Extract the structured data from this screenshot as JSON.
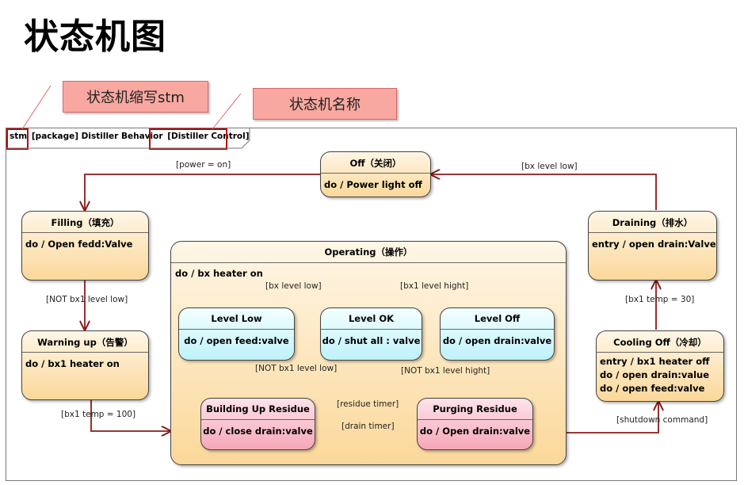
{
  "page": {
    "title": "状态机图",
    "callout_abbrev": "状态机缩写stm",
    "callout_name": "状态机名称"
  },
  "frame": {
    "keyword": "stm",
    "context": "[package] Distiller Behavior",
    "name": "[Distiller Control]"
  },
  "states": {
    "off": {
      "name": "Off（关闭）",
      "activity": "do / Power light off"
    },
    "filling": {
      "name": "Filling（填充）",
      "activity": "do / Open fedd:Valve"
    },
    "warning": {
      "name": "Warning up（告警）",
      "activity": "do / bx1 heater on"
    },
    "draining": {
      "name": "Draining（排水）",
      "activity": "entry / open drain:Valve"
    },
    "cooling": {
      "name": "Cooling Off（冷却）",
      "activity1": "entry / bx1 heater off",
      "activity2": "do / open drain:value",
      "activity3": "do / open feed:valve"
    },
    "operating": {
      "name": "Operating（操作）",
      "activity": "do / bx heater on"
    },
    "level_low": {
      "name": "Level Low",
      "activity": "do / open feed:valve"
    },
    "level_ok": {
      "name": "Level OK",
      "activity": "do / shut all : valve"
    },
    "level_off": {
      "name": "Level Off",
      "activity": "do / open drain:valve"
    },
    "building": {
      "name": "Building Up Residue",
      "activity": "do / close drain:valve"
    },
    "purging": {
      "name": "Purging Residue",
      "activity": "do / Open drain:valve"
    }
  },
  "transitions": {
    "power_on": "[power = on]",
    "bx_level_low_top": "[bx level low]",
    "not_bx1_level_low": "[NOT bx1 level low]",
    "bx1_temp_100": "[bx1 temp = 100]",
    "bx1_temp_30": "[bx1 temp = 30]",
    "shutdown": "[shutdown command]",
    "inner_bx_level_low": "[bx level low]",
    "inner_bx1_level_hight": "[bx1 level hight]",
    "inner_not_level_low": "[NOT bx1 level low]",
    "inner_not_level_hight": "[NOT bx1 level hight]",
    "residue_timer": "[residue timer]",
    "drain_timer": "[drain timer]"
  },
  "colors": {
    "arrow": "#8b1a1a",
    "highlight": "#c00000",
    "state_orange": "#fbd89a",
    "state_cyan": "#bff2fb",
    "state_pink": "#f7a7b9",
    "callout": "#f8a8a0"
  }
}
